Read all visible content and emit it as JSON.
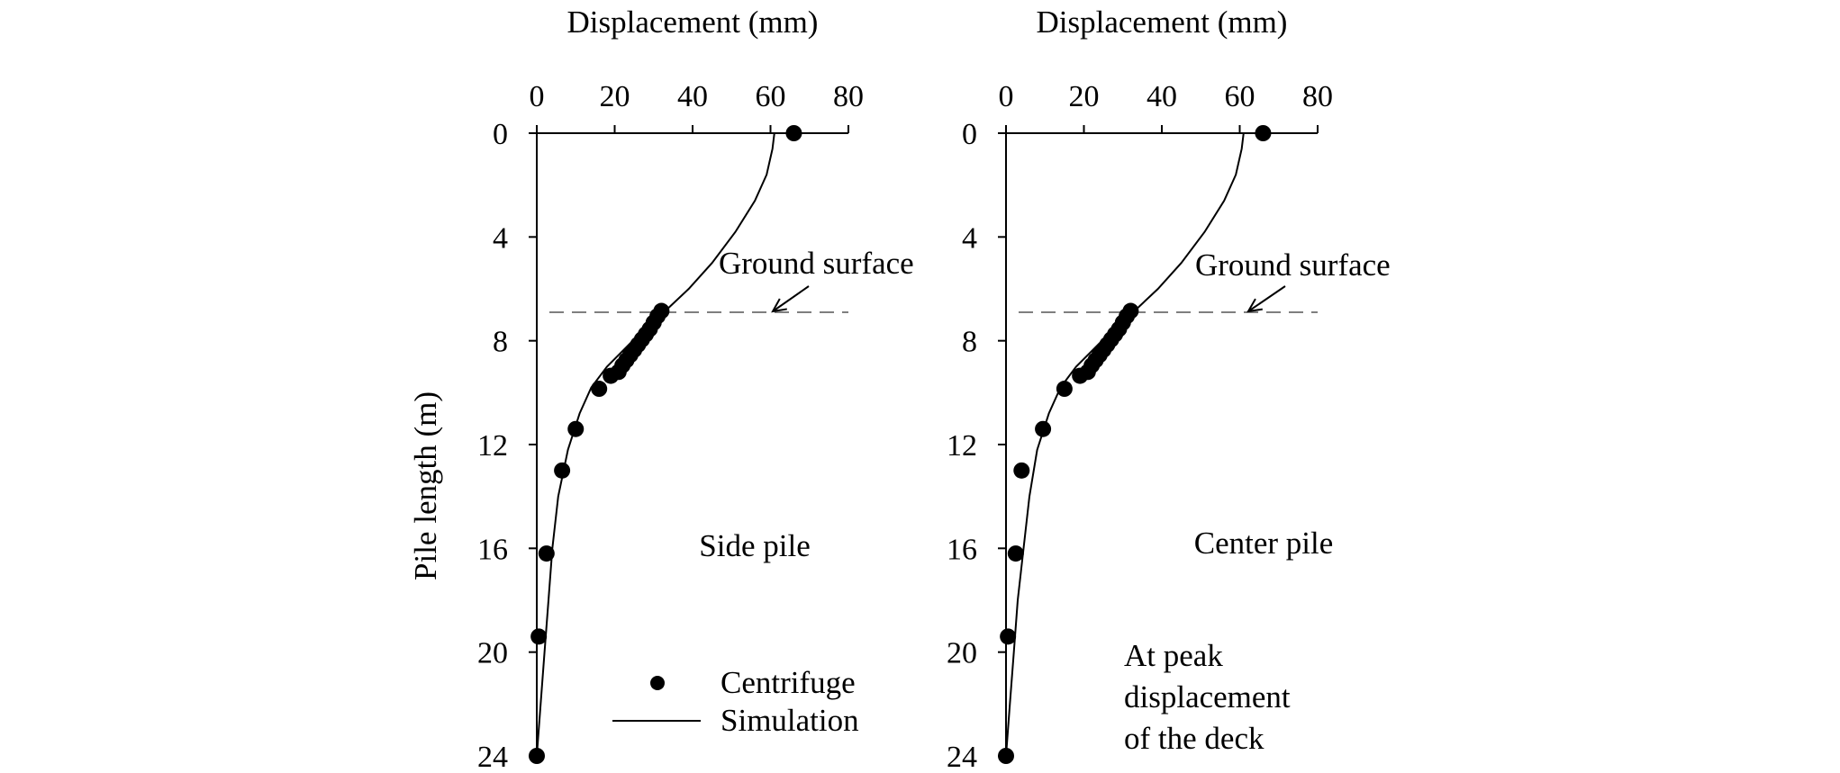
{
  "chart_data": [
    {
      "type": "line",
      "x_axis": {
        "label": "Displacement (mm)",
        "position": "top",
        "range": [
          0,
          80
        ],
        "ticks": [
          0,
          20,
          40,
          60,
          80
        ]
      },
      "y_axis": {
        "label": "Pile length (m)",
        "range": [
          0,
          24
        ],
        "inverted": true,
        "ticks": [
          0,
          4,
          8,
          12,
          16,
          20,
          24
        ]
      },
      "grid": false,
      "legend": {
        "position": "bottom-center",
        "entries": [
          {
            "label": "Centrifuge",
            "marker": "dot"
          },
          {
            "label": "Simulation",
            "marker": "line"
          }
        ]
      },
      "ground_surface": {
        "depth": 6.9,
        "label": "Ground surface",
        "style": "dashed"
      },
      "annotation": "Side pile",
      "series": [
        {
          "name": "Centrifuge",
          "kind": "scatter",
          "points": [
            [
              66,
              0
            ],
            [
              32,
              6.85
            ],
            [
              31,
              7.05
            ],
            [
              30,
              7.3
            ],
            [
              29,
              7.55
            ],
            [
              28,
              7.75
            ],
            [
              27,
              7.95
            ],
            [
              26,
              8.15
            ],
            [
              25,
              8.35
            ],
            [
              24,
              8.55
            ],
            [
              23,
              8.75
            ],
            [
              22,
              8.95
            ],
            [
              21,
              9.2
            ],
            [
              19,
              9.35
            ],
            [
              16,
              9.85
            ],
            [
              10,
              11.4
            ],
            [
              6.5,
              13.0
            ],
            [
              2.5,
              16.2
            ],
            [
              0.5,
              19.4
            ],
            [
              0,
              24
            ]
          ]
        },
        {
          "name": "Simulation",
          "kind": "line",
          "points": [
            [
              61,
              0
            ],
            [
              60.5,
              0.6
            ],
            [
              59,
              1.6
            ],
            [
              56,
              2.6
            ],
            [
              51,
              3.8
            ],
            [
              45,
              5.0
            ],
            [
              39,
              6.0
            ],
            [
              33,
              6.85
            ],
            [
              29,
              7.4
            ],
            [
              24,
              8.1
            ],
            [
              18,
              9.0
            ],
            [
              14,
              9.8
            ],
            [
              11,
              10.8
            ],
            [
              8,
              12.2
            ],
            [
              5.5,
              14.0
            ],
            [
              4,
              16.0
            ],
            [
              3,
              18.0
            ],
            [
              2,
              20.0
            ],
            [
              1,
              22.0
            ],
            [
              0,
              24
            ]
          ]
        }
      ]
    },
    {
      "type": "line",
      "x_axis": {
        "label": "Displacement (mm)",
        "position": "top",
        "range": [
          0,
          80
        ],
        "ticks": [
          0,
          20,
          40,
          60,
          80
        ]
      },
      "y_axis": {
        "range": [
          0,
          24
        ],
        "inverted": true,
        "ticks": [
          0,
          4,
          8,
          12,
          16,
          20,
          24
        ]
      },
      "grid": false,
      "ground_surface": {
        "depth": 6.9,
        "label": "Ground surface",
        "style": "dashed"
      },
      "annotation": "Center pile",
      "note": [
        "At peak",
        "displacement",
        "of the deck"
      ],
      "series": [
        {
          "name": "Centrifuge",
          "kind": "scatter",
          "points": [
            [
              66,
              0
            ],
            [
              32,
              6.85
            ],
            [
              31,
              7.05
            ],
            [
              30,
              7.3
            ],
            [
              29,
              7.55
            ],
            [
              28,
              7.75
            ],
            [
              27,
              7.95
            ],
            [
              26,
              8.15
            ],
            [
              25,
              8.35
            ],
            [
              24,
              8.55
            ],
            [
              23,
              8.75
            ],
            [
              22,
              8.95
            ],
            [
              21,
              9.2
            ],
            [
              19,
              9.35
            ],
            [
              15,
              9.85
            ],
            [
              9.5,
              11.4
            ],
            [
              4,
              13.0
            ],
            [
              2.5,
              16.2
            ],
            [
              0.5,
              19.4
            ],
            [
              0,
              24
            ]
          ]
        },
        {
          "name": "Simulation",
          "kind": "line",
          "points": [
            [
              61,
              0
            ],
            [
              60.5,
              0.6
            ],
            [
              59,
              1.6
            ],
            [
              56,
              2.6
            ],
            [
              51,
              3.8
            ],
            [
              45,
              5.0
            ],
            [
              39,
              6.0
            ],
            [
              33,
              6.85
            ],
            [
              29,
              7.4
            ],
            [
              24,
              8.1
            ],
            [
              18,
              9.0
            ],
            [
              14,
              9.8
            ],
            [
              11,
              10.8
            ],
            [
              8,
              12.2
            ],
            [
              6,
              14.0
            ],
            [
              4.5,
              16.0
            ],
            [
              3,
              18.0
            ],
            [
              2,
              20.0
            ],
            [
              1,
              22.0
            ],
            [
              0,
              24
            ]
          ]
        }
      ]
    }
  ]
}
